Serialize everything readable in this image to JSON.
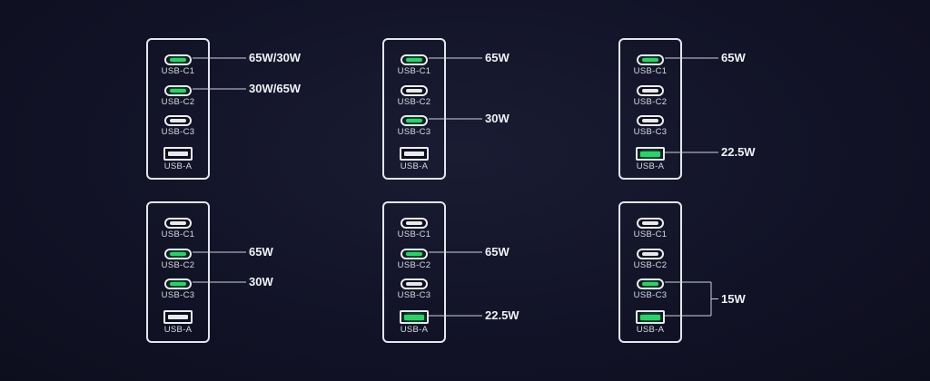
{
  "chargers": [
    {
      "ports": [
        {
          "label": "USB-C1",
          "type": "c",
          "active": true
        },
        {
          "label": "USB-C2",
          "type": "c",
          "active": true
        },
        {
          "label": "USB-C3",
          "type": "c",
          "active": false
        },
        {
          "label": "USB-A",
          "type": "a",
          "active": false
        }
      ],
      "outputs": [
        {
          "value": "65W/30W",
          "ports": [
            0
          ]
        },
        {
          "value": "30W/65W",
          "ports": [
            1
          ]
        }
      ]
    },
    {
      "ports": [
        {
          "label": "USB-C1",
          "type": "c",
          "active": true
        },
        {
          "label": "USB-C2",
          "type": "c",
          "active": false
        },
        {
          "label": "USB-C3",
          "type": "c",
          "active": true
        },
        {
          "label": "USB-A",
          "type": "a",
          "active": false
        }
      ],
      "outputs": [
        {
          "value": "65W",
          "ports": [
            0
          ]
        },
        {
          "value": "30W",
          "ports": [
            2
          ]
        }
      ]
    },
    {
      "ports": [
        {
          "label": "USB-C1",
          "type": "c",
          "active": true
        },
        {
          "label": "USB-C2",
          "type": "c",
          "active": false
        },
        {
          "label": "USB-C3",
          "type": "c",
          "active": false
        },
        {
          "label": "USB-A",
          "type": "a",
          "active": true
        }
      ],
      "outputs": [
        {
          "value": "65W",
          "ports": [
            0
          ]
        },
        {
          "value": "22.5W",
          "ports": [
            3
          ]
        }
      ]
    },
    {
      "ports": [
        {
          "label": "USB-C1",
          "type": "c",
          "active": false
        },
        {
          "label": "USB-C2",
          "type": "c",
          "active": true
        },
        {
          "label": "USB-C3",
          "type": "c",
          "active": true
        },
        {
          "label": "USB-A",
          "type": "a",
          "active": false
        }
      ],
      "outputs": [
        {
          "value": "65W",
          "ports": [
            1
          ]
        },
        {
          "value": "30W",
          "ports": [
            2
          ]
        }
      ]
    },
    {
      "ports": [
        {
          "label": "USB-C1",
          "type": "c",
          "active": false
        },
        {
          "label": "USB-C2",
          "type": "c",
          "active": true
        },
        {
          "label": "USB-C3",
          "type": "c",
          "active": false
        },
        {
          "label": "USB-A",
          "type": "a",
          "active": true
        }
      ],
      "outputs": [
        {
          "value": "65W",
          "ports": [
            1
          ]
        },
        {
          "value": "22.5W",
          "ports": [
            3
          ]
        }
      ]
    },
    {
      "ports": [
        {
          "label": "USB-C1",
          "type": "c",
          "active": false
        },
        {
          "label": "USB-C2",
          "type": "c",
          "active": false
        },
        {
          "label": "USB-C3",
          "type": "c",
          "active": true
        },
        {
          "label": "USB-A",
          "type": "a",
          "active": true
        }
      ],
      "outputs": [
        {
          "value": "15W",
          "ports": [
            2,
            3
          ]
        }
      ]
    }
  ],
  "colors": {
    "active": "#2fd06a",
    "line": "#cfd1da",
    "background": "#121327"
  }
}
